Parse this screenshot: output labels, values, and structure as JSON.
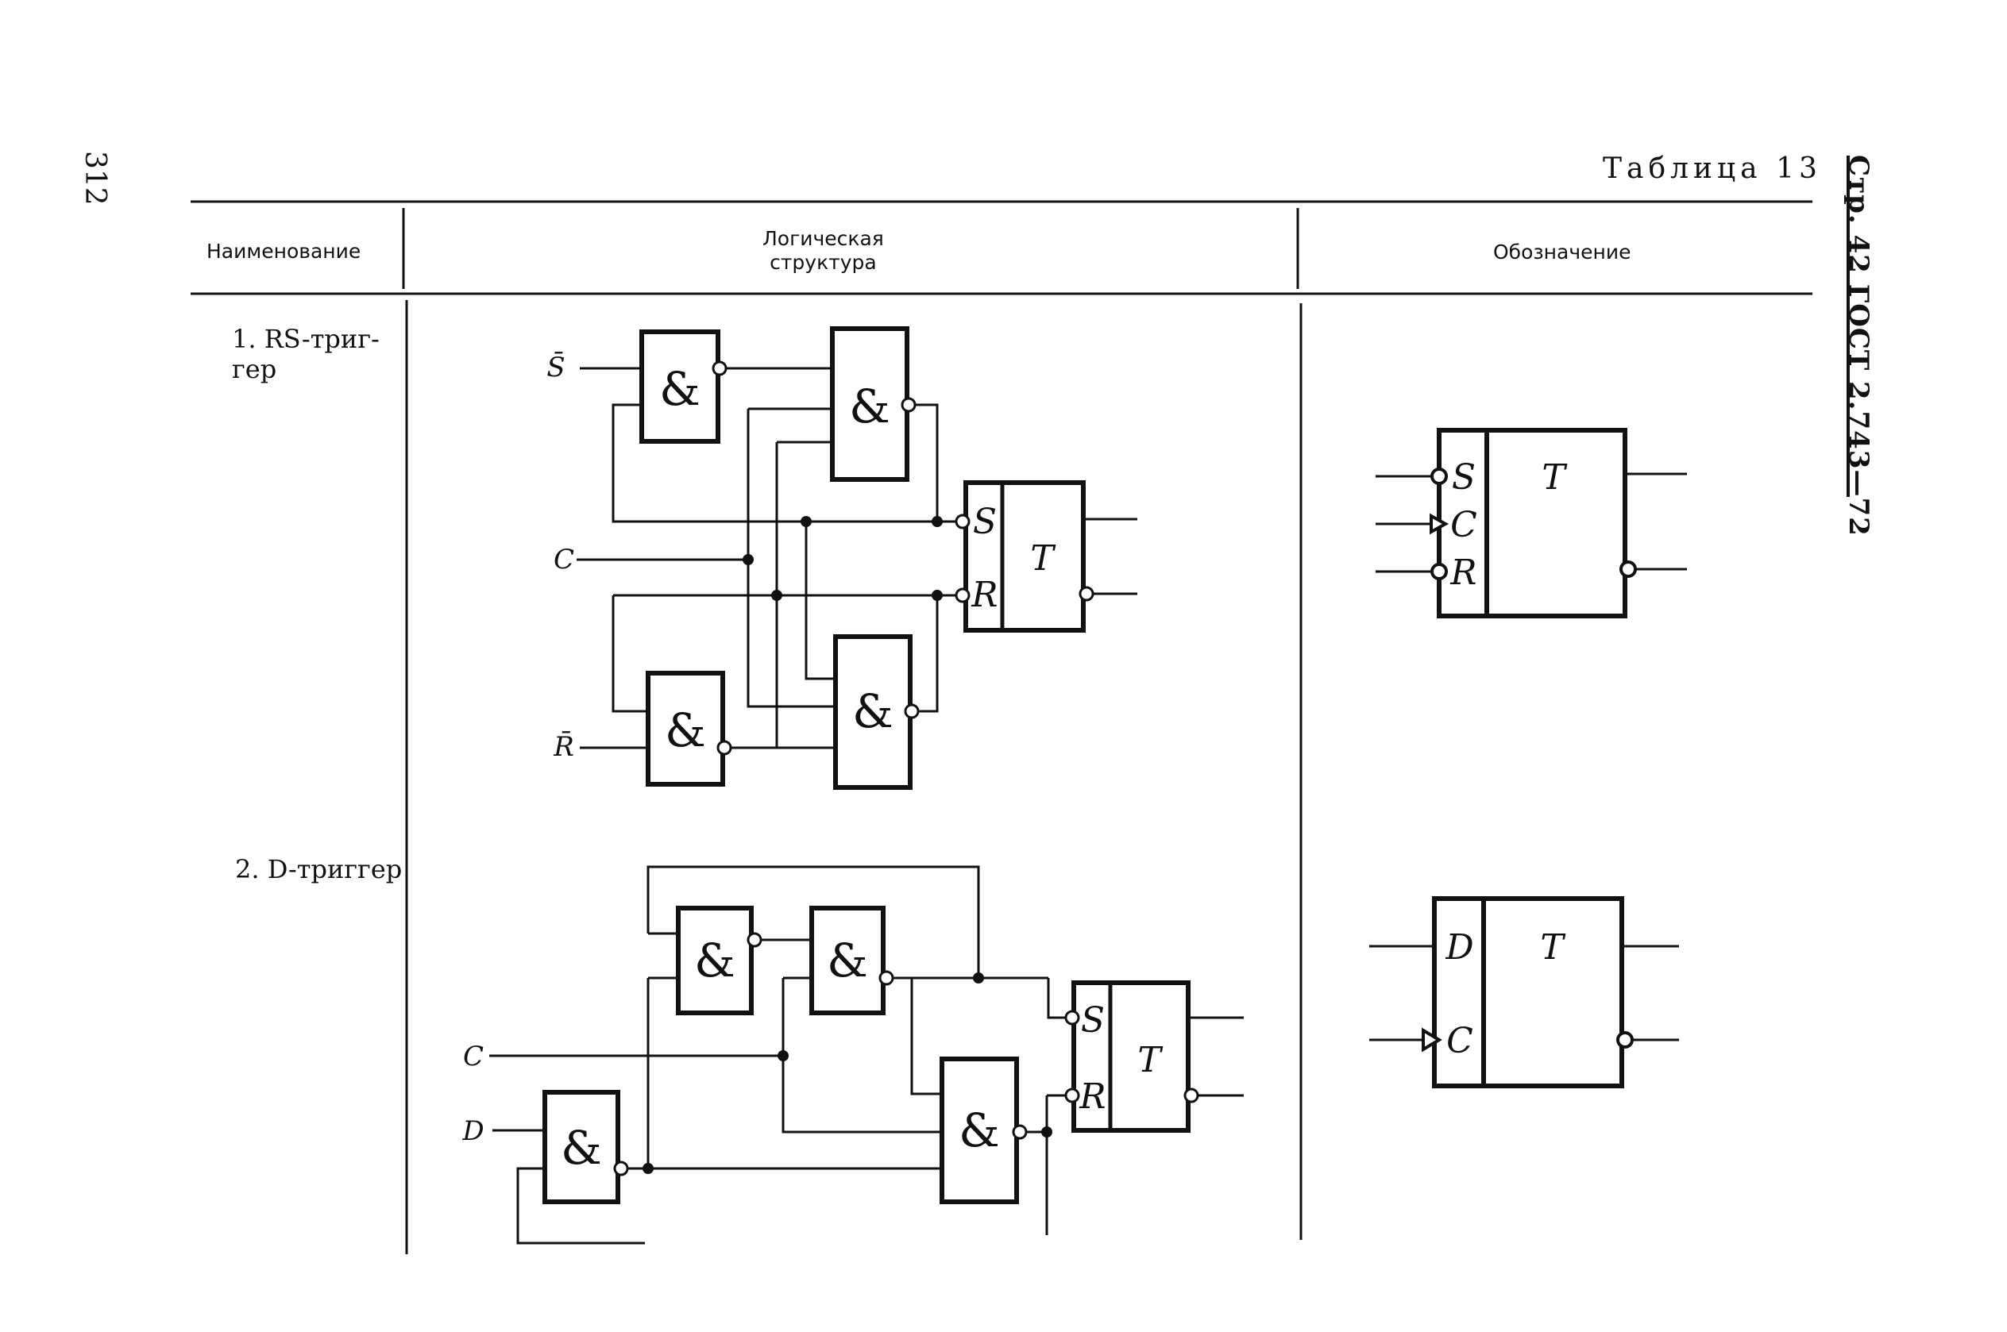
{
  "page_number": "312",
  "table_title": "Таблица 13",
  "side_label": "Стр. 42 ГОСТ 2.743—72",
  "headers": {
    "name": "Наименование",
    "logic_line1": "Логическая",
    "logic_line2": "структура",
    "symbol": "Обозначение"
  },
  "rows": [
    {
      "name_line1": "1. RS-триг-",
      "name_line2": "гер",
      "inputs": [
        "S̄",
        "C",
        "R̄"
      ],
      "symbol_pins": [
        "S",
        "C",
        "R"
      ],
      "symbol_label": "T"
    },
    {
      "name_line1": "2. D-триггер",
      "inputs": [
        "C",
        "D"
      ],
      "symbol_pins": [
        "D",
        "C"
      ],
      "symbol_label": "T"
    }
  ],
  "gate_symbol": "&",
  "latch_pins": [
    "S",
    "R"
  ],
  "latch_label": "T"
}
